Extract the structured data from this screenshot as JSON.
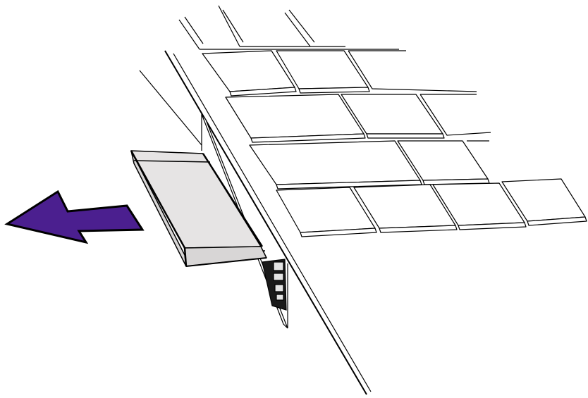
{
  "figure": {
    "kind": "line-illustration",
    "elements": {
      "keyboard": {
        "icon": "keyboard-keys",
        "rows": 4
      },
      "card_slot": {
        "icon": "card-slot"
      },
      "card": {
        "icon": "expansion-card",
        "state": "partially-ejected"
      },
      "arrow": {
        "icon": "arrow-left",
        "meaning": "pull card out",
        "direction": "left"
      }
    },
    "colors": {
      "line": "#000000",
      "background": "#ffffff",
      "key_face": "#ffffff",
      "card_face": "#e6e4e4",
      "card_edge": "#d8d6d6",
      "connector": "#1a1a1a",
      "connector_pin": "#e4e4e4",
      "arrow_fill": "#4b1f8f",
      "arrow_stroke": "#000000"
    }
  }
}
